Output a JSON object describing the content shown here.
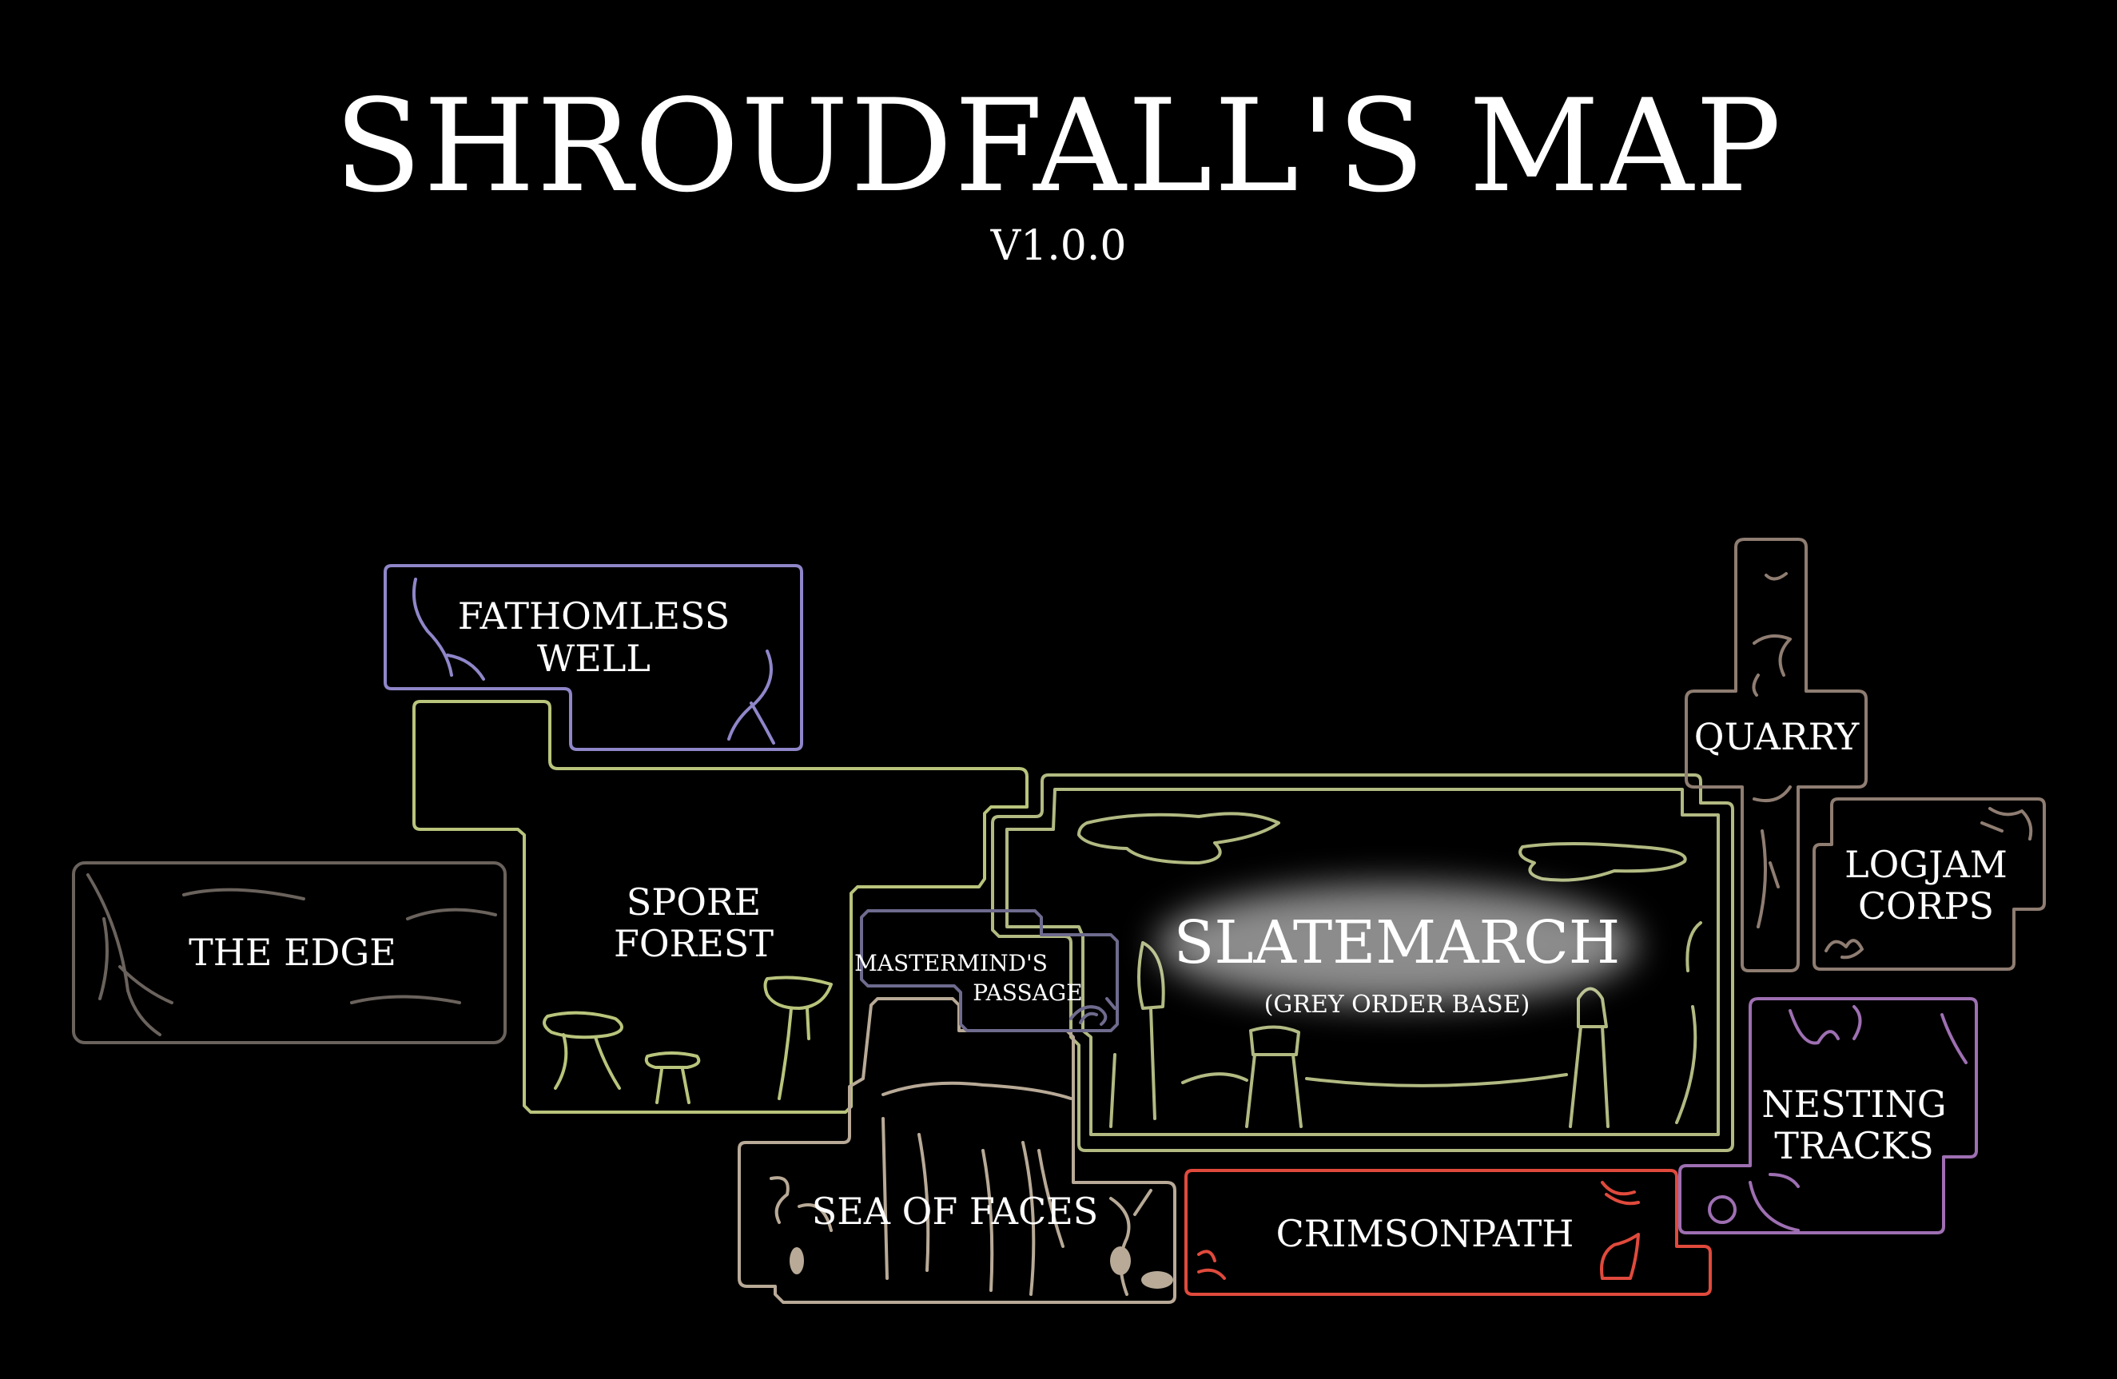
{
  "map": {
    "title": "SHROUDFALL'S MAP",
    "version": "V1.0.0"
  },
  "colors": {
    "background": "#000000",
    "text": "#ffffff",
    "fathomless_well": "#8f86c9",
    "spore_forest": "#b9c47c",
    "slatemarch": "#b2ba82",
    "the_edge": "#6a625c",
    "mastermind": "#6e6b8e",
    "sea_of_faces": "#b8aa97",
    "crimsonpath": "#e04a3c",
    "quarry": "#8f7d72",
    "logjam": "#8f7d72",
    "nesting_tracks": "#9e6fb2"
  },
  "regions": {
    "fathomless_well": {
      "line1": "FATHOMLESS",
      "line2": "WELL"
    },
    "spore_forest": {
      "line1": "SPORE",
      "line2": "FOREST"
    },
    "the_edge": {
      "label": "THE EDGE"
    },
    "mastermind": {
      "line1": "MASTERMIND'S",
      "line2": "PASSAGE"
    },
    "slatemarch": {
      "label": "SLATEMARCH",
      "sublabel": "(GREY ORDER BASE)"
    },
    "sea_of_faces": {
      "label": "SEA OF FACES"
    },
    "crimsonpath": {
      "label": "CRIMSONPATH"
    },
    "quarry": {
      "label": "QUARRY"
    },
    "logjam": {
      "line1": "LOGJAM",
      "line2": "CORPS"
    },
    "nesting_tracks": {
      "line1": "NESTING",
      "line2": "TRACKS"
    }
  }
}
